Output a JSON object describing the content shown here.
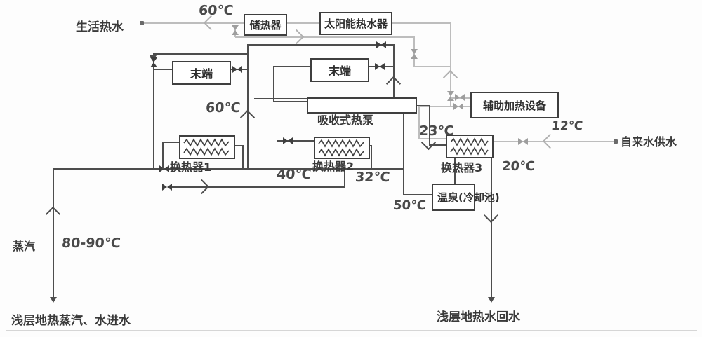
{
  "diagram": {
    "title_hint": "geothermal-solar heating system schematic",
    "boxes": {
      "storage": "储热器",
      "solar": "太阳能热水器",
      "terminal1": "末端",
      "terminal2": "末端",
      "pump": "吸收式热泵",
      "aux": "辅助加热设备",
      "hx1": "换热器1",
      "hx2": "换热器2",
      "hx3": "换热器3",
      "spring": "温泉(冷却池)"
    },
    "labels": {
      "domestic_hot_water": "生活热水",
      "tap_water_supply": "自来水供水",
      "steam": "蒸汽",
      "geo_inlet": "浅层地热蒸汽、水进水",
      "geo_return": "浅层地热水回水"
    },
    "temperatures": {
      "t60_top": "60℃",
      "t60_mid": "60℃",
      "t23": "23℃",
      "t12": "12℃",
      "t40": "40℃",
      "t32": "32℃",
      "t20": "20℃",
      "t50": "50℃",
      "t80_90": "80-90℃"
    },
    "colors": {
      "pipe_dark": "#4d4d4d",
      "pipe_gray": "#bdbdbd",
      "box_border": "#3f3f3f",
      "text": "#3a3a3a",
      "background": "#fdfdfd"
    }
  }
}
